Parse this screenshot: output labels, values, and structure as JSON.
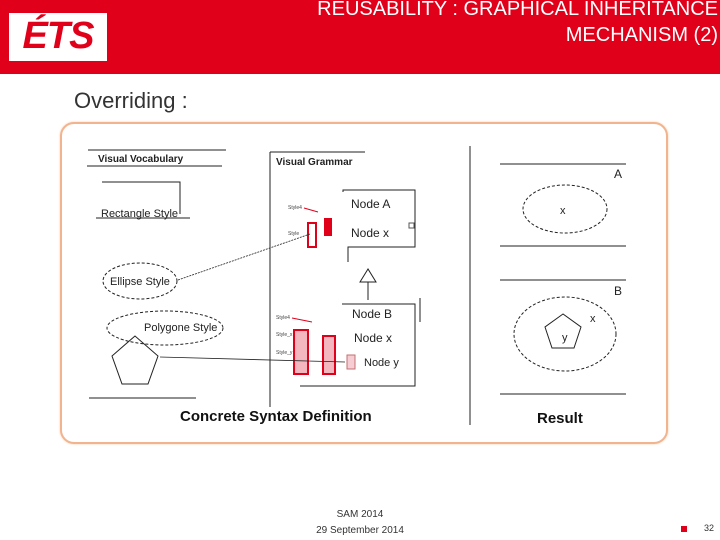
{
  "logo": {
    "text": "ÉTS"
  },
  "title": {
    "line1": "REUSABILITY : GRAPHICAL INHERITANCE",
    "line2": "MECHANISM (2)"
  },
  "subtitle": "Overriding :",
  "diagram": {
    "visual_vocabulary": "Visual Vocabulary",
    "visual_grammar": "Visual Grammar",
    "rectangle_style": "Rectangle Style",
    "ellipse_style": "Ellipse Style",
    "polygone_style": "Polygone Style",
    "node_a": "Node A",
    "node_x": "Node x",
    "node_b": "Node B",
    "node_x2": "Node x",
    "node_y": "Node y",
    "style_tag1": "Style4",
    "style_tag2": "Style",
    "style_tag3": "Style4",
    "style_tag4": "Style_x",
    "style_tag5": "Style_y",
    "concrete_syntax": "Concrete Syntax Definition",
    "result": "Result",
    "result_a": "A",
    "result_x1": "x",
    "result_b": "B",
    "result_x2": "x",
    "result_y": "y"
  },
  "footer": {
    "conference": "SAM 2014",
    "date": "29 September 2014",
    "page": "32"
  },
  "colors": {
    "brand_red": "#e1001a",
    "panel_border": "#f2b38f"
  }
}
